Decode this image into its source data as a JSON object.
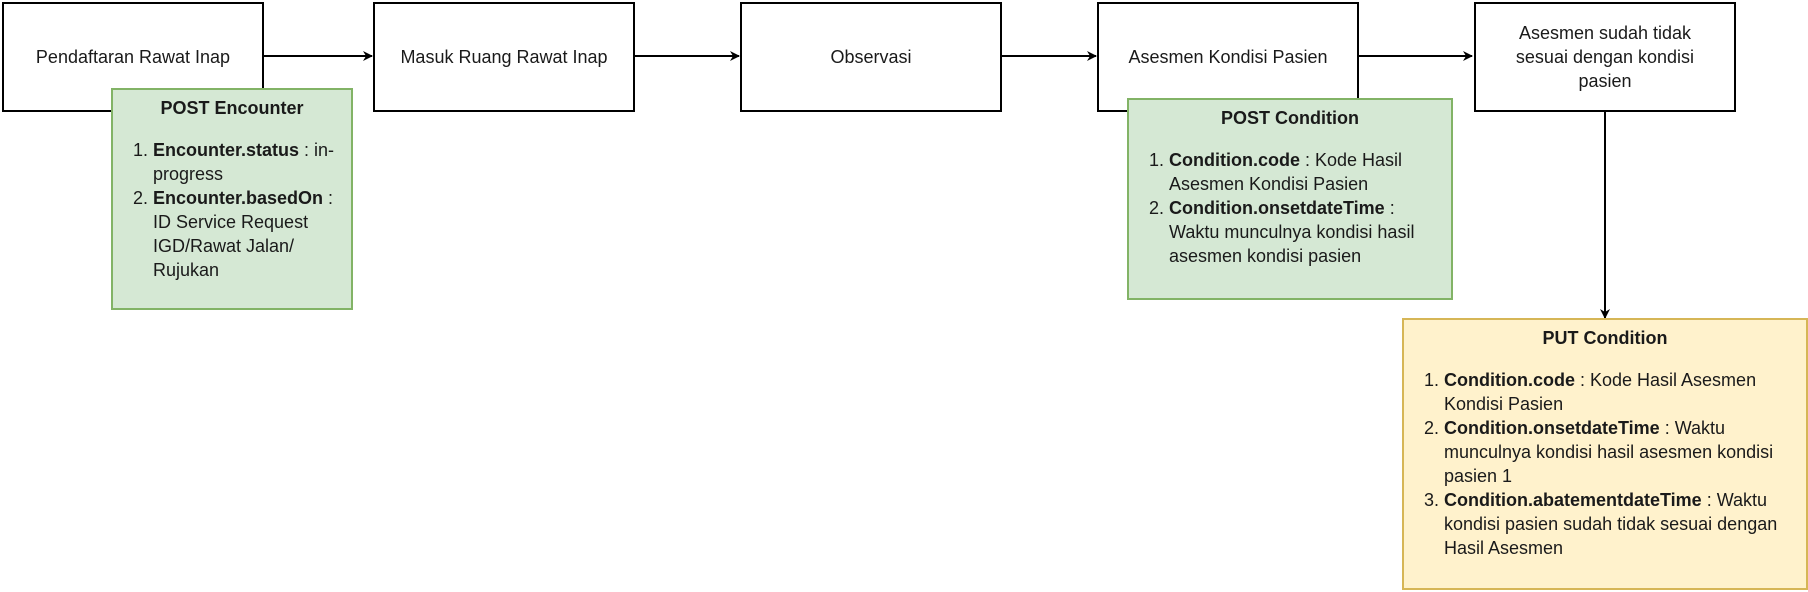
{
  "nodes": {
    "pendaftaran": "Pendaftaran Rawat Inap",
    "masuk_ruang": "Masuk Ruang Rawat Inap",
    "observasi": "Observasi",
    "asesmen": "Asesmen Kondisi Pasien",
    "asesmen_tidak_sesuai": "Asesmen sudah tidak sesuai dengan kondisi pasien"
  },
  "notes": {
    "post_encounter": {
      "title": "POST Encounter",
      "items": [
        {
          "field": "Encounter.status",
          "desc": " : in-progress"
        },
        {
          "field": "Encounter.basedOn",
          "desc": " : ID Service Request IGD/Rawat Jalan/ Rujukan"
        }
      ]
    },
    "post_condition": {
      "title": "POST Condition",
      "items": [
        {
          "field": "Condition.code",
          "desc": " : Kode Hasil Asesmen Kondisi Pasien"
        },
        {
          "field": "Condition.onsetdateTime",
          "desc": " : Waktu munculnya kondisi hasil asesmen kondisi pasien"
        }
      ]
    },
    "put_condition": {
      "title": "PUT Condition",
      "items": [
        {
          "field": "Condition.code",
          "desc": " : Kode Hasil Asesmen Kondisi Pasien"
        },
        {
          "field": "Condition.onsetdateTime",
          "desc": " : Waktu munculnya kondisi hasil asesmen kondisi pasien 1"
        },
        {
          "field": "Condition.abatementdateTime",
          "desc": " : Waktu kondisi pasien sudah tidak sesuai dengan Hasil Asesmen"
        }
      ]
    }
  },
  "colors": {
    "green_fill": "#d5e8d4",
    "green_stroke": "#82b366",
    "yellow_fill": "#fff2cc",
    "yellow_stroke": "#d6b656"
  }
}
